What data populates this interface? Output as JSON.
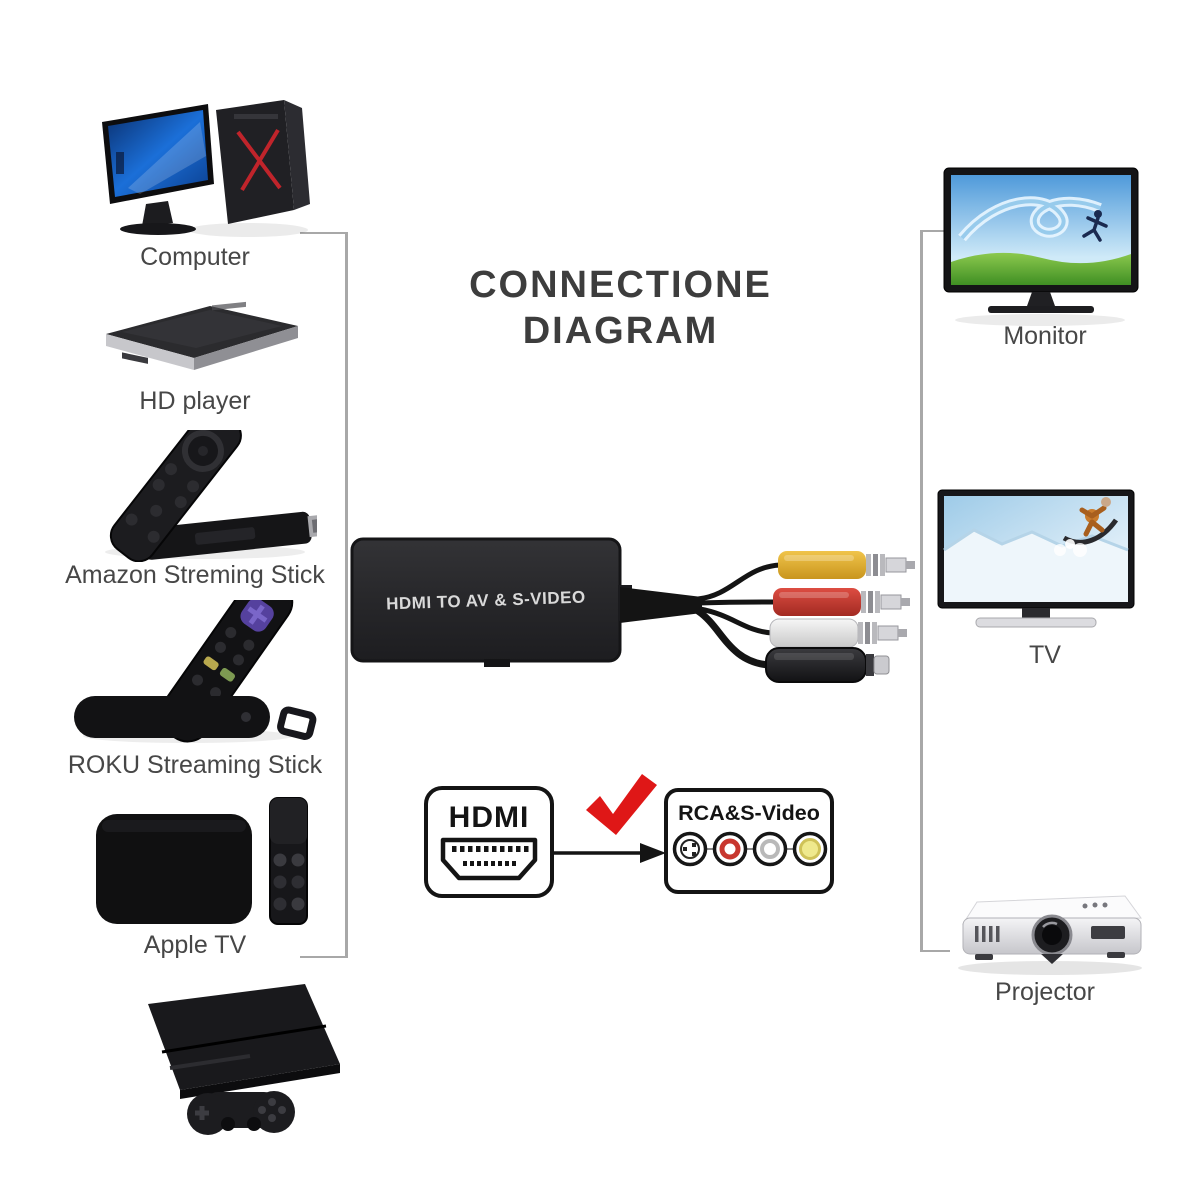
{
  "title": {
    "line1": "CONNECTIONE",
    "line2": "DIAGRAM"
  },
  "sources": {
    "items": [
      {
        "id": "computer",
        "label": "Computer",
        "icon": "computer-icon"
      },
      {
        "id": "hd-player",
        "label": "HD player",
        "icon": "hd-player-icon"
      },
      {
        "id": "amazon-streaming-stick",
        "label": "Amazon Streming Stick",
        "icon": "fire-stick-icon"
      },
      {
        "id": "roku-streaming-stick",
        "label": "ROKU Streaming Stick",
        "icon": "roku-stick-icon"
      },
      {
        "id": "apple-tv",
        "label": "Apple TV",
        "icon": "apple-tv-icon"
      },
      {
        "id": "game-console",
        "label": "",
        "icon": "game-console-icon"
      }
    ]
  },
  "outputs": {
    "items": [
      {
        "id": "monitor",
        "label": "Monitor",
        "icon": "monitor-icon"
      },
      {
        "id": "tv",
        "label": "TV",
        "icon": "tv-icon"
      },
      {
        "id": "projector",
        "label": "Projector",
        "icon": "projector-icon"
      }
    ]
  },
  "converter": {
    "label": "HDMI TO AV & S-VIDEO"
  },
  "legend": {
    "input": {
      "label": "HDMI",
      "icon": "hdmi-plug-icon"
    },
    "check_icon": "checkmark-icon",
    "arrow_icon": "arrow-right-icon",
    "output": {
      "label": "RCA&S-Video",
      "icon": "rca-svideo-plugs-icon"
    }
  },
  "colors": {
    "checkmark": "#df1717",
    "rca_yellow": "#e3aa2d",
    "rca_red": "#c8372f",
    "rca_white": "#ededed",
    "s_video_black": "#262626",
    "bracket_gray": "#a8a8a8",
    "title_text": "#3d3d3d",
    "label_text": "#474747"
  }
}
